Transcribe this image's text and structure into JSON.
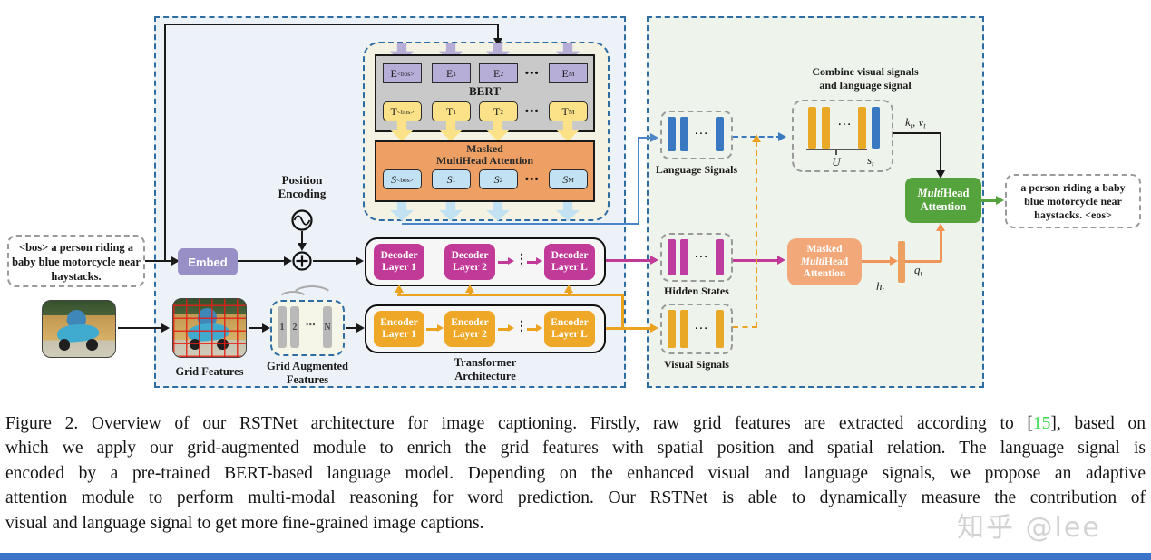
{
  "diagram": {
    "input_caption": "<bos> a person riding a baby blue motorcycle near haystacks.",
    "output_caption": "a person riding a baby blue motorcycle near haystacks. <eos>",
    "embed_label": "Embed",
    "position_encoding": {
      "l1": "Position",
      "l2": "Encoding"
    },
    "bert": {
      "label": "BERT",
      "dots": "•••",
      "e": [
        {
          "b": "E",
          "s": "<bos>"
        },
        {
          "b": "E",
          "s": "1"
        },
        {
          "b": "E",
          "s": "2"
        },
        {
          "b": "E",
          "s": "M"
        }
      ],
      "t": [
        {
          "b": "T",
          "s": "<bos>"
        },
        {
          "b": "T",
          "s": "1"
        },
        {
          "b": "T",
          "s": "2"
        },
        {
          "b": "T",
          "s": "M"
        }
      ],
      "s": [
        {
          "b": "S",
          "s": "<bos>"
        },
        {
          "b": "S",
          "s": "1"
        },
        {
          "b": "S",
          "s": "2"
        },
        {
          "b": "S",
          "s": "M"
        }
      ]
    },
    "masked_mha": {
      "l1": "Masked",
      "l2": "MultiHead Attention"
    },
    "decoders": [
      {
        "l1": "Decoder",
        "l2": "Layer 1"
      },
      {
        "l1": "Decoder",
        "l2": "Layer 2"
      },
      {
        "l1": "Decoder",
        "l2": "Layer L"
      }
    ],
    "encoders": [
      {
        "l1": "Encoder",
        "l2": "Layer 1"
      },
      {
        "l1": "Encoder",
        "l2": "Layer 2"
      },
      {
        "l1": "Encoder",
        "l2": "Layer L"
      }
    ],
    "vdots": "⋮",
    "transformer": {
      "l1": "Transformer",
      "l2": "Architecture"
    },
    "grid_features_label": "Grid Features",
    "grid_augmented": {
      "l1": "Grid Augmented",
      "l2": "Features",
      "t1": "1",
      "t2": "2",
      "dots": "⋯",
      "tn": "N"
    },
    "signals": {
      "language": "Language Signals",
      "hidden": "Hidden States",
      "visual": "Visual Signals",
      "dots": "···"
    },
    "combine": {
      "l1": "Combine visual signals",
      "l2": "and language signal",
      "u": "U",
      "s_base": "s",
      "s_sub": "t"
    },
    "kv": {
      "k": "k",
      "ksub": "t",
      "v": ", v",
      "vsub": "t"
    },
    "masked_mha_right": {
      "l1": "Masked",
      "multi": "Multi",
      "head": "Head",
      "l3": "Attention"
    },
    "mha_green": {
      "multi": "Multi",
      "head": "Head",
      "l2": "Attention"
    },
    "h": {
      "b": "h",
      "s": "t"
    },
    "q": {
      "b": "q",
      "s": "t"
    }
  },
  "caption": {
    "l1_pre": "Figure 2. Overview of our RSTNet architecture for image captioning.  Firstly, raw grid features are extracted according to [",
    "cite": "15",
    "l1_post": "], based on",
    "l2": "which we apply our grid-augmented module to enrich the grid features with spatial position and spatial relation.  The language signal is",
    "l3": "encoded by a pre-trained BERT-based language model.  Depending on the enhanced visual and language signals, we propose an adaptive",
    "l4": "attention module to perform multi-modal reasoning for word prediction.  Our RSTNet is able to dynamically measure the contribution of",
    "l5": "visual and language signal to get more fine-grained image captions."
  },
  "watermark": "知乎 @lee",
  "colors": {
    "panel_border": "#2e6da4",
    "magenta": "#c23a98",
    "yellow": "#eaa21f",
    "green": "#55a33c",
    "orange_block": "#ee9f63",
    "orange_soft": "#f2a878",
    "bar_blue": "#3a78c2",
    "token_purple": "#b7aed8",
    "token_yellow": "#fbe289",
    "token_blue": "#c2e2f4",
    "cite_green": "#3bdb4e",
    "bottom_bar": "#3b74c9"
  }
}
